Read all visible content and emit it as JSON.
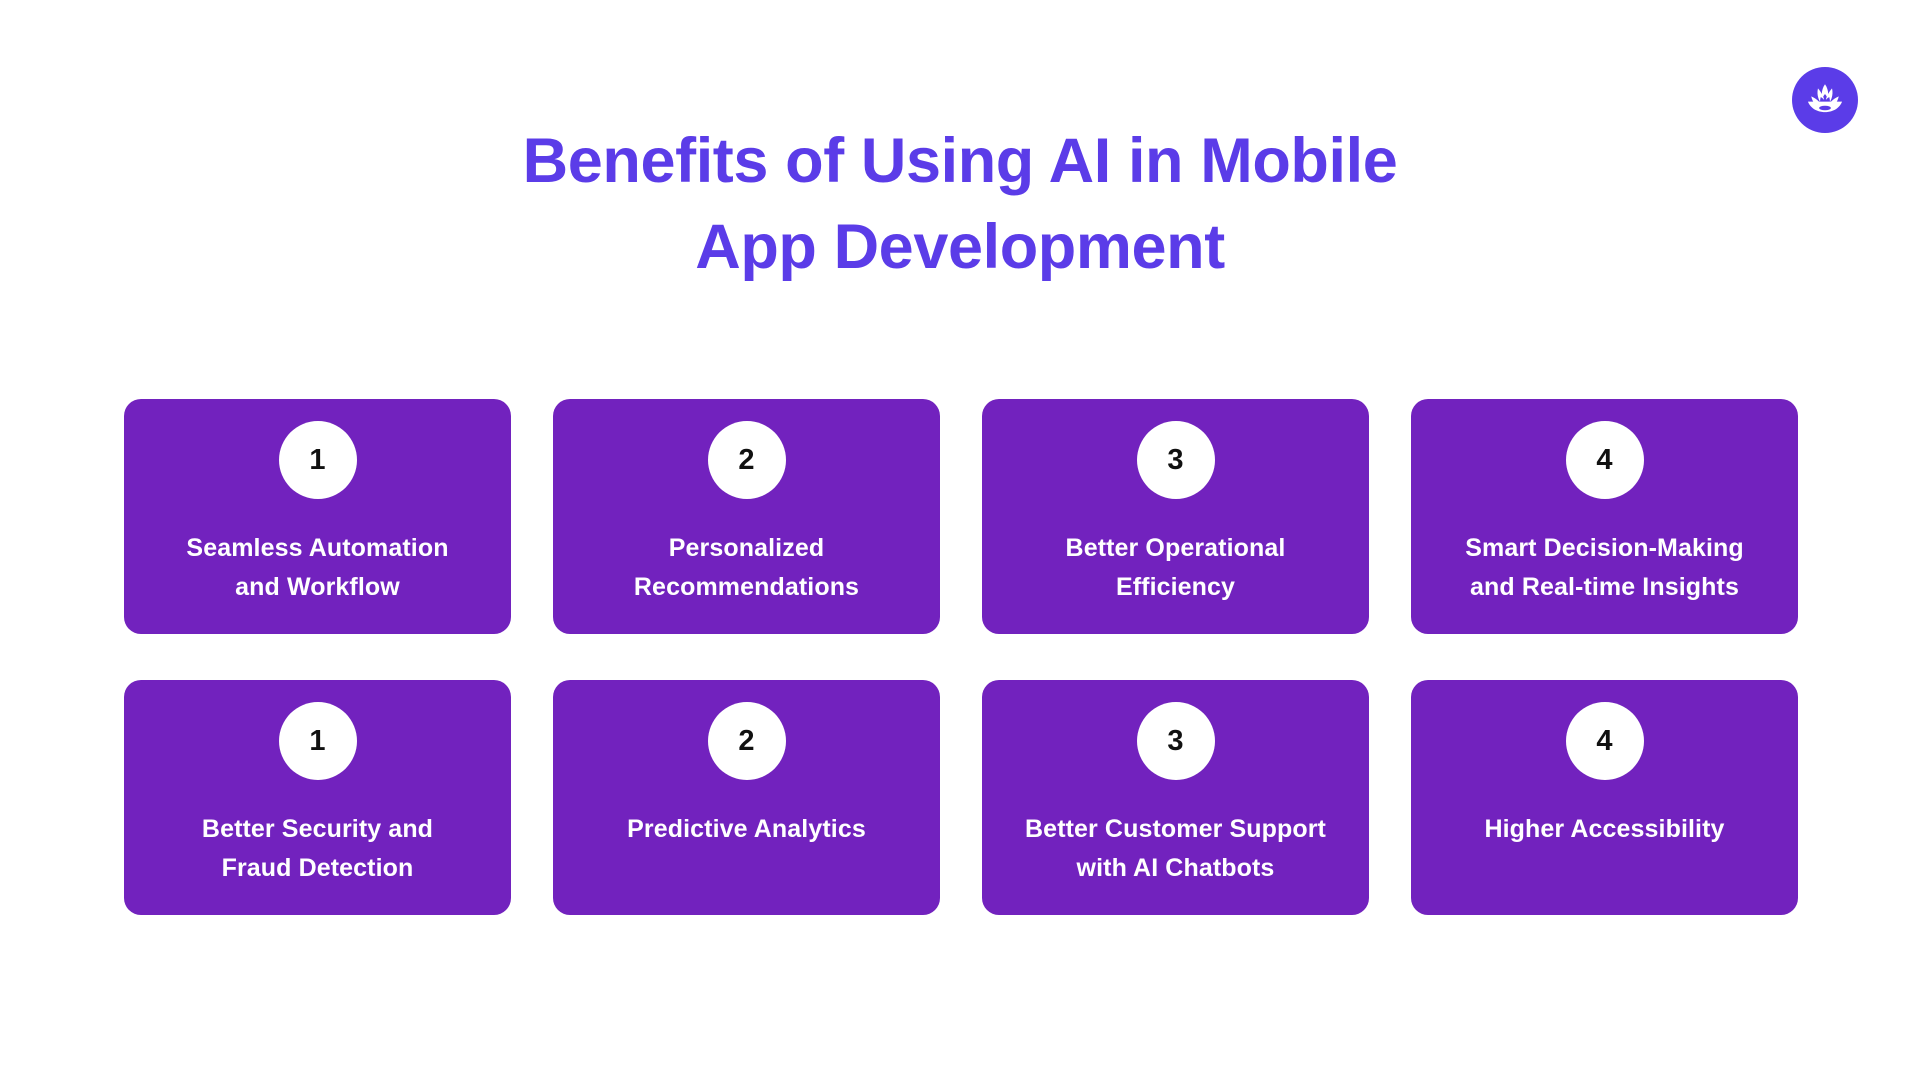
{
  "background_color": "#ffffff",
  "title": {
    "text": "Benefits of Using AI in Mobile\nApp Development",
    "color": "#5B3CE8"
  },
  "logo": {
    "icon_name": "lotus-icon",
    "circle_color": "#5B3CE8",
    "mark_color": "#ffffff"
  },
  "theme": {
    "card_color": "#7222BE",
    "card_text_color": "#ffffff",
    "badge_color": "#ffffff",
    "badge_text_color": "#111111"
  },
  "cards": [
    {
      "number": "1",
      "label": "Seamless Automation\nand Workflow"
    },
    {
      "number": "2",
      "label": "Personalized\nRecommendations"
    },
    {
      "number": "3",
      "label": "Better Operational\nEfficiency"
    },
    {
      "number": "4",
      "label": "Smart Decision-Making\nand Real-time Insights"
    },
    {
      "number": "1",
      "label": "Better Security and\nFraud Detection"
    },
    {
      "number": "2",
      "label": "Predictive Analytics"
    },
    {
      "number": "3",
      "label": "Better Customer Support\nwith AI Chatbots"
    },
    {
      "number": "4",
      "label": "Higher Accessibility"
    }
  ]
}
